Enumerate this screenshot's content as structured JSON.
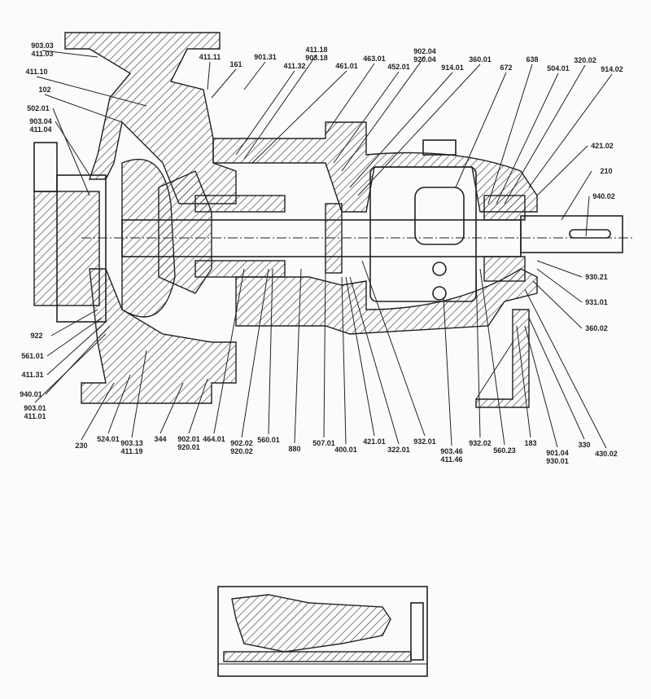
{
  "title": "Pump sectional drawing with part numbers",
  "labels": [
    "903.03",
    "411.03",
    "411.10",
    "102",
    "502.01",
    "903.04",
    "411.04",
    "922",
    "561.01",
    "411.31",
    "940.01",
    "903.01",
    "411.01",
    "230",
    "524.01",
    "903.13",
    "411.19",
    "344",
    "902.01",
    "920.01",
    "464.01",
    "902.02",
    "920.02",
    "560.01",
    "880",
    "507.01",
    "400.01",
    "421.01",
    "322.01",
    "932.01",
    "903.46",
    "411.46",
    "932.02",
    "560.23",
    "183",
    "901.04",
    "930.01",
    "330",
    "430.02",
    "930.21",
    "931.01",
    "360.02",
    "421.02",
    "210",
    "940.02",
    "411.11",
    "161",
    "901.31",
    "411.32",
    "411.18",
    "903.18",
    "461.01",
    "463.01",
    "452.01",
    "902.04",
    "920.04",
    "914.01",
    "360.01",
    "672",
    "638",
    "504.01",
    "320.02",
    "914.02"
  ]
}
